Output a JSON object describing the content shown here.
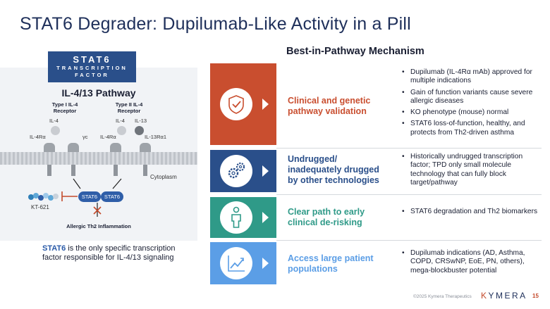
{
  "slide": {
    "title": "STAT6 Degrader: Dupilumab-Like Activity in a Pill"
  },
  "left_panel": {
    "tf_box": {
      "line1": "STAT6",
      "line2": "TRANSCRIPTION",
      "line3": "FACTOR"
    },
    "pathway_title": "IL-4/13 Pathway",
    "receptor_type1": {
      "line1": "Type I IL-4",
      "line2": "Receptor"
    },
    "receptor_type2": {
      "line1": "Type II IL-4",
      "line2": "Receptor"
    },
    "molecules": {
      "il4_left": "IL-4",
      "il4_right": "IL-4",
      "il13": "IL-13",
      "il4ra_left": "IL-4Rα",
      "yc": "γc",
      "il4ra_right": "IL-4Rα",
      "il13ra1": "IL-13Rα1"
    },
    "cytoplasm": "Cytoplasm",
    "stat6_a": "STAT6",
    "stat6_b": "STAT6",
    "kt621": "KT-621",
    "allergic": "Allergic Th2 Inflammation",
    "note": {
      "highlight": "STAT6",
      "rest": " is the only specific transcription factor responsible for IL-4/13 signaling"
    }
  },
  "right_panel": {
    "section_title": "Best-in-Pathway Mechanism",
    "rows": [
      {
        "heading": "Clinical and genetic pathway validation",
        "icon": "shield-check-icon",
        "color": "#c94e2f",
        "bullets": [
          "Dupilumab (IL-4Rα mAb) approved for multiple indications",
          "Gain of function variants cause severe allergic diseases",
          "KO phenotype (mouse) normal",
          "STAT6 loss-of-function, healthy, and protects from Th2-driven asthma"
        ]
      },
      {
        "heading": "Undrugged/ inadequately drugged by other technologies",
        "icon": "gears-icon",
        "color": "#2a4f8a",
        "bullets": [
          "Historically undrugged transcription factor; TPD only small molecule technology that can fully block target/pathway"
        ]
      },
      {
        "heading": "Clear path to early clinical de-risking",
        "icon": "person-icon",
        "color": "#2f9a88",
        "bullets": [
          "STAT6 degradation and Th2 biomarkers"
        ]
      },
      {
        "heading": "Access large patient populations",
        "icon": "chart-trend-icon",
        "color": "#5b9ee6",
        "bullets": [
          "Dupilumab indications (AD, Asthma, COPD, CRSwNP, EoE, PN, others), mega-blockbuster potential"
        ]
      }
    ]
  },
  "footer": {
    "copyright": "©2025 Kymera Therapeutics",
    "logo_mark": "K",
    "logo_rest": "YMERA",
    "page": "15"
  }
}
